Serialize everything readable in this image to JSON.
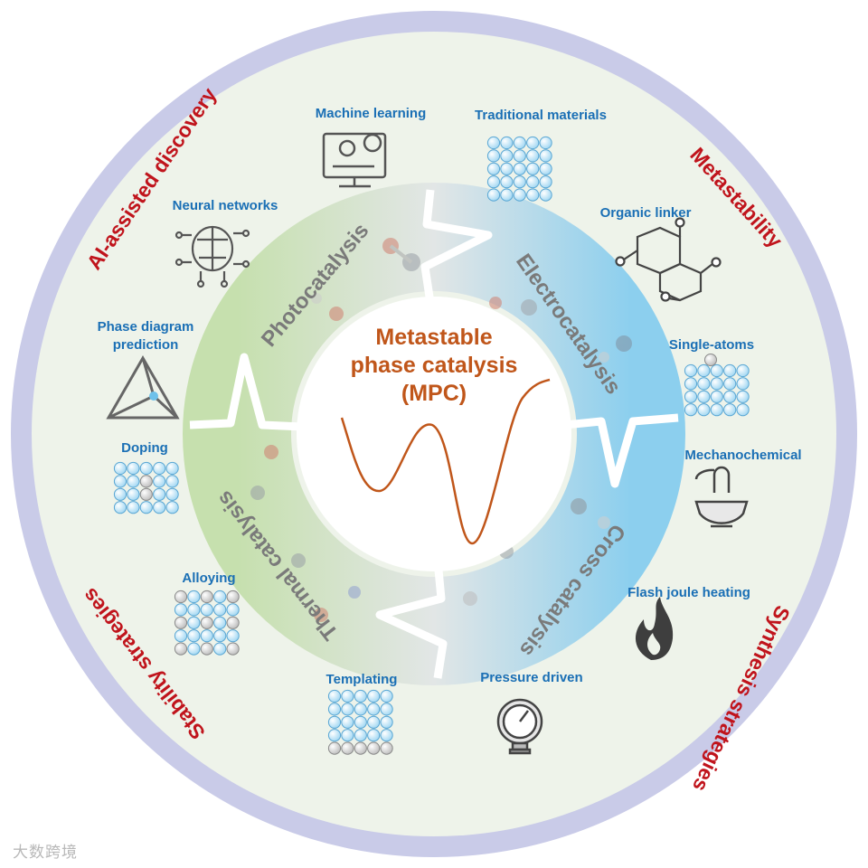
{
  "center": {
    "title_lines": [
      "Metastable",
      "phase catalysis",
      "(MPC)"
    ],
    "title_color": "#c0561a"
  },
  "outer_categories": [
    "AI-assisted discovery",
    "Metastability",
    "Synthesis strategies",
    "Stability strategies"
  ],
  "catalysis_types": [
    "Photocatalysis",
    "Electrocatalysis",
    "Cross catalysis",
    "Thermal catalysis"
  ],
  "items": {
    "machine_learning": "Machine learning",
    "traditional_materials": "Traditional materials",
    "neural_networks": "Neural networks",
    "organic_linker": "Organic linker",
    "phase_diagram_1": "Phase diagram",
    "phase_diagram_2": "prediction",
    "single_atoms": "Single-atoms",
    "doping": "Doping",
    "mechanochemical": "Mechanochemical",
    "alloying": "Alloying",
    "flash_joule_heating": "Flash joule heating",
    "templating": "Templating",
    "pressure_driven": "Pressure driven"
  },
  "watermark": "大数跨境",
  "colors": {
    "outer_ring": "#c9cbe8",
    "inner_disc": "#eef3ea",
    "category_text": "#c0141c",
    "item_text": "#1a6fb5",
    "curve": "#c0561a",
    "ring_green": "#c3dfa8",
    "ring_blue": "#86cdea"
  }
}
